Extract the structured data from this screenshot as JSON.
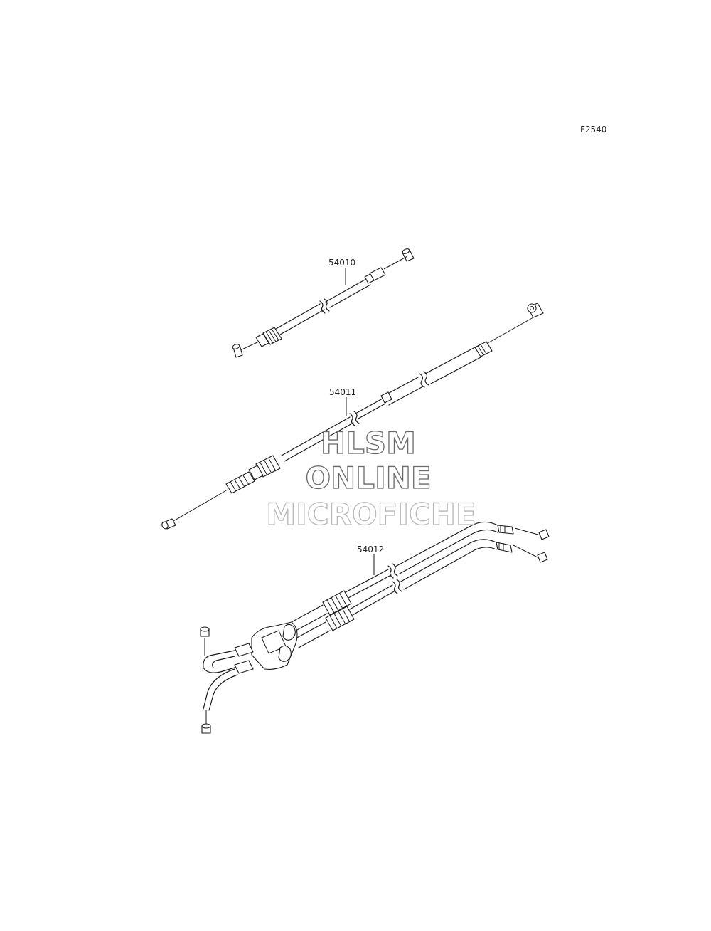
{
  "figure_code": "F2540",
  "parts": [
    {
      "ref": "54010"
    },
    {
      "ref": "54011"
    },
    {
      "ref": "54012"
    }
  ],
  "watermark": {
    "line1": "HLSM",
    "line2": "ONLINE",
    "line3": "MICROFICHE"
  }
}
